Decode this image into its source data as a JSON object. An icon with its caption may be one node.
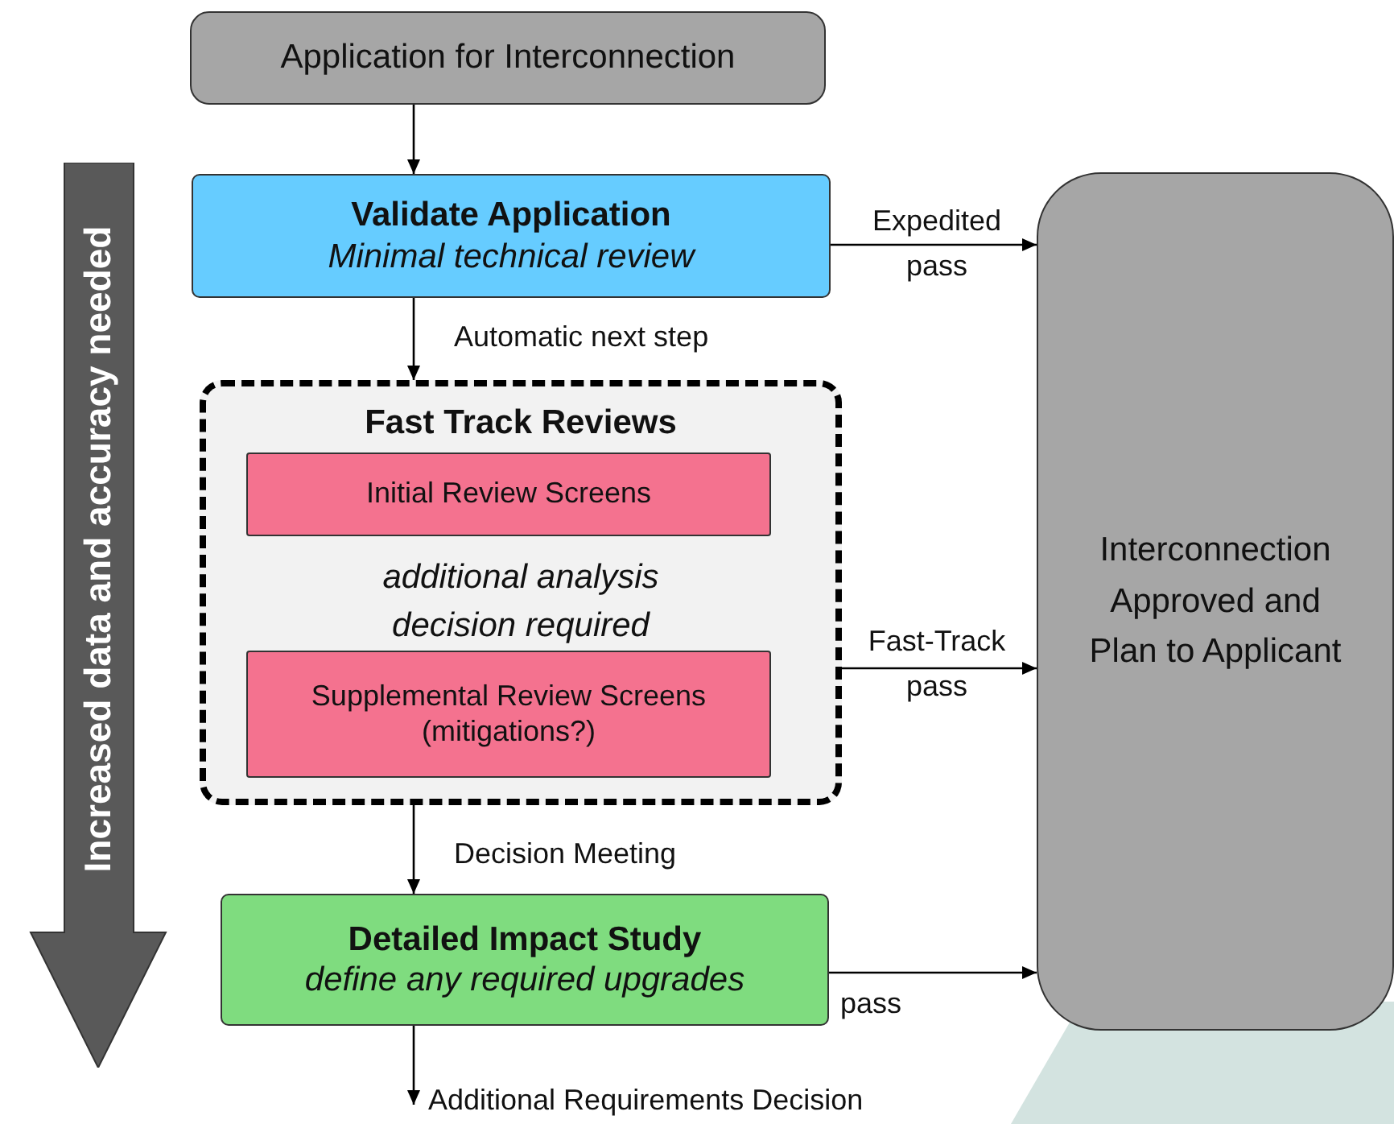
{
  "diagram": {
    "nodes": [
      {
        "text": [
          "Application for Interconnection"
        ]
      },
      {
        "text": [
          "Validate Application",
          "Minimal technical review"
        ]
      },
      {
        "text": [
          "Fast Track Reviews",
          "additional analysis decision required"
        ]
      },
      {
        "text": [
          "Initial Review Screens"
        ],
        "in": 2
      },
      {
        "text": [
          "Supplemental Review Screens (mitigations?)"
        ],
        "in": 2
      },
      {
        "text": [
          "Detailed Impact Study",
          "define any required upgrades"
        ]
      },
      {
        "text": [
          "Interconnection Approved and Plan to Applicant"
        ]
      },
      {
        "text": [
          "Increased data and accuracy needed"
        ]
      }
    ],
    "edges": [
      {
        "from": 0,
        "to": 1,
        "arrow": "to"
      },
      {
        "from": 1,
        "to": 2,
        "arrow": "to",
        "label": "Automatic next step"
      },
      {
        "from": 1,
        "to": 6,
        "arrow": "to",
        "label": "Expedited pass"
      },
      {
        "from": 2,
        "to": 6,
        "arrow": "to",
        "label": "Fast-Track pass"
      },
      {
        "from": 2,
        "to": 5,
        "arrow": "to",
        "label": "Decision Meeting"
      },
      {
        "from": 5,
        "to": 6,
        "arrow": "to",
        "label": "pass"
      },
      {
        "from": 5,
        "to": null,
        "arrow": "to",
        "label": "Additional Requirements Decision"
      }
    ]
  }
}
